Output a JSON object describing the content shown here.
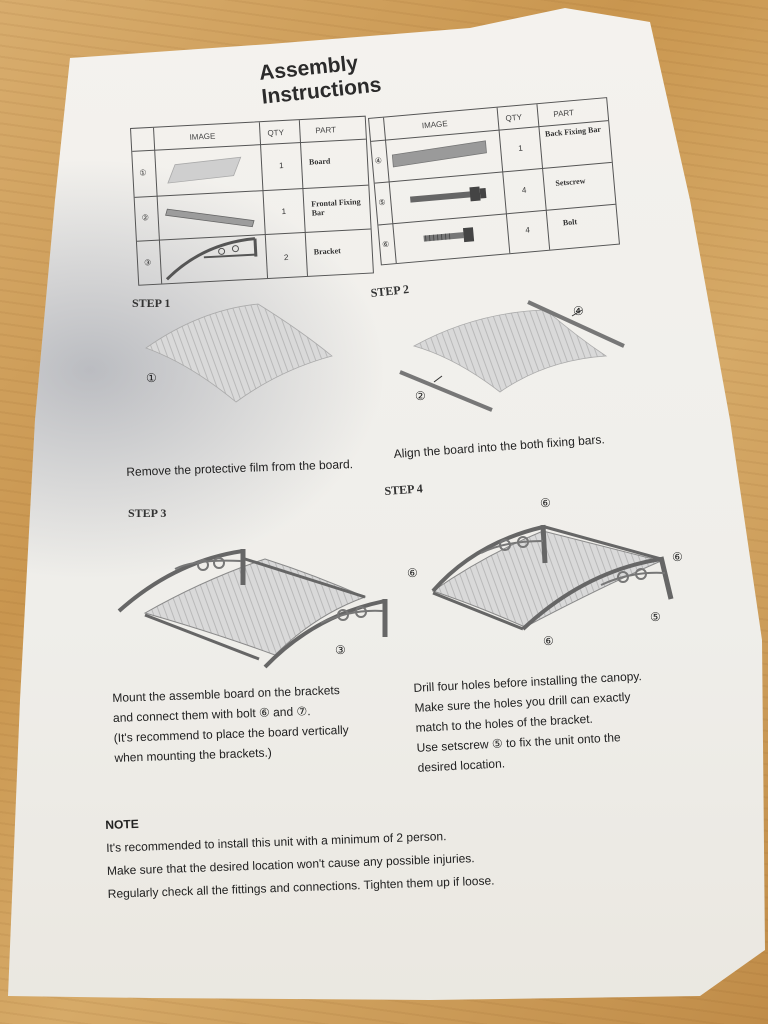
{
  "document": {
    "title": "Assembly Instructions",
    "left_table": {
      "headers": {
        "image": "IMAGE",
        "qty": "QTY",
        "part": "PART"
      },
      "rows": [
        {
          "num": "①",
          "qty": "1",
          "part": "Board"
        },
        {
          "num": "②",
          "qty": "1",
          "part": "Frontal Fixing Bar"
        },
        {
          "num": "③",
          "qty": "2",
          "part": "Bracket"
        }
      ]
    },
    "right_table": {
      "headers": {
        "image": "IMAGE",
        "qty": "QTY",
        "part": "PART"
      },
      "rows": [
        {
          "num": "④",
          "qty": "1",
          "part": "Back Fixing Bar"
        },
        {
          "num": "⑤",
          "qty": "4",
          "part": "Setscrew"
        },
        {
          "num": "⑥",
          "qty": "4",
          "part": "Bolt"
        }
      ]
    },
    "steps": [
      {
        "label": "STEP 1",
        "text": "Remove the protective film from the board.",
        "callouts": [
          "①"
        ]
      },
      {
        "label": "STEP 2",
        "text": "Align the board into the both fixing bars.",
        "callouts": [
          "④",
          "②"
        ]
      },
      {
        "label": "STEP 3",
        "lines": [
          "Mount the assemble board on the brackets",
          "and connect them with bolt ⑥ and ⑦.",
          "(It's recommend to place the board vertically",
          "when mounting the brackets.)"
        ],
        "callouts": [
          "③"
        ]
      },
      {
        "label": "STEP 4",
        "lines": [
          "Drill four holes before installing the canopy.",
          "Make sure the holes you drill can exactly",
          "match to the holes of the bracket.",
          "Use setscrew ⑤ to fix the unit onto the",
          "desired location."
        ],
        "callouts": [
          "⑥",
          "⑥",
          "⑥",
          "⑥",
          "⑤"
        ]
      }
    ],
    "note": {
      "heading": "NOTE",
      "lines": [
        "It's recommended to install this unit with a minimum of 2 person.",
        "Make sure that the desired location won't cause any possible injuries.",
        "Regularly check all the fittings and connections. Tighten them up if loose."
      ]
    }
  }
}
